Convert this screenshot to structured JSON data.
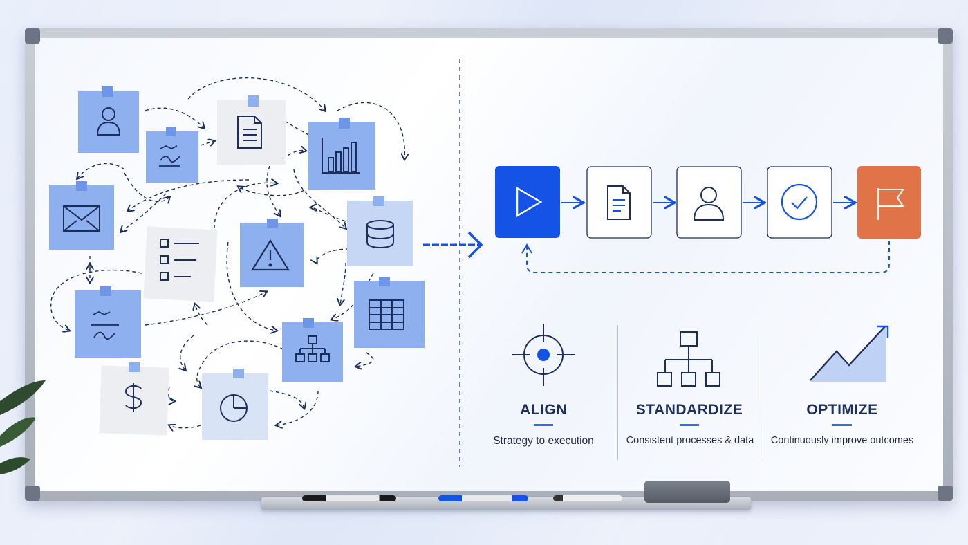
{
  "colors": {
    "accent_blue": "#1553e6",
    "flag_orange": "#e07347",
    "ink_navy": "#1c2e5c",
    "note_blue": "#8fb0ef",
    "note_light": "#d9e3f6",
    "note_grey": "#eceef2"
  },
  "chaos_notes": [
    {
      "icon": "user-icon"
    },
    {
      "icon": "scribble-icon"
    },
    {
      "icon": "document-icon"
    },
    {
      "icon": "bar-chart-icon"
    },
    {
      "icon": "mail-icon"
    },
    {
      "icon": "checklist-icon"
    },
    {
      "icon": "warning-icon"
    },
    {
      "icon": "database-icon"
    },
    {
      "icon": "scribble-icon"
    },
    {
      "icon": "table-icon"
    },
    {
      "icon": "hierarchy-icon"
    },
    {
      "icon": "dollar-icon"
    },
    {
      "icon": "pie-chart-icon"
    }
  ],
  "process_flow": [
    {
      "step": "start",
      "icon": "play-icon"
    },
    {
      "step": "document",
      "icon": "document-icon"
    },
    {
      "step": "person",
      "icon": "user-icon"
    },
    {
      "step": "approve",
      "icon": "check-circle-icon"
    },
    {
      "step": "finish",
      "icon": "flag-icon"
    }
  ],
  "pillars": [
    {
      "title": "ALIGN",
      "subtitle": "Strategy to execution",
      "icon": "target-icon"
    },
    {
      "title": "STANDARDIZE",
      "subtitle": "Consistent processes & data",
      "icon": "org-chart-icon"
    },
    {
      "title": "OPTIMIZE",
      "subtitle": "Continuously improve outcomes",
      "icon": "trend-up-icon"
    }
  ]
}
